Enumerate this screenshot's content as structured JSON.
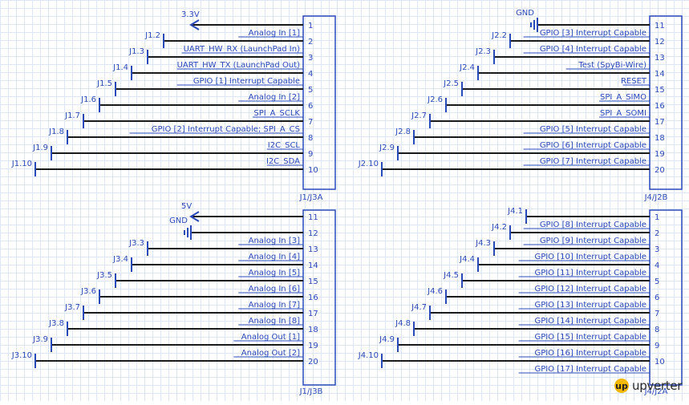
{
  "connectors": [
    {
      "id": "j1j3a",
      "ref_label": "J1/J3A",
      "pins": [
        {
          "num": "1",
          "name": "Analog In [1]",
          "net": "3.3V",
          "type": "power"
        },
        {
          "num": "2",
          "name": "UART_HW_RX (LaunchPad In)",
          "net": "J1.2",
          "type": "port"
        },
        {
          "num": "3",
          "name": "UART_HW_TX (LaunchPad Out)",
          "net": "J1.3",
          "type": "port"
        },
        {
          "num": "4",
          "name": "GPIO [1] Interrupt Capable",
          "net": "J1.4",
          "type": "port"
        },
        {
          "num": "5",
          "name": "Analog In [2]",
          "net": "J1.5",
          "type": "port"
        },
        {
          "num": "6",
          "name": "SPI_A_SCLK",
          "net": "J1.6",
          "type": "port"
        },
        {
          "num": "7",
          "name": "GPIO [2] Interrupt Capable; SPI_A_CS",
          "net": "J1.7",
          "type": "port"
        },
        {
          "num": "8",
          "name": "I2C_SCL",
          "net": "J1.8",
          "type": "port"
        },
        {
          "num": "9",
          "name": "I2C_SDA",
          "net": "J1.9",
          "type": "port"
        },
        {
          "num": "10",
          "name": "",
          "net": "J1.10",
          "type": "port"
        }
      ]
    },
    {
      "id": "j4j2b",
      "ref_label": "J4/J2B",
      "pins": [
        {
          "num": "11",
          "name": "GPIO [3] Interrupt Capable",
          "net": "GND",
          "type": "ground"
        },
        {
          "num": "12",
          "name": "GPIO [4] Interrupt Capable",
          "net": "J2.2",
          "type": "port"
        },
        {
          "num": "13",
          "name": "Test (SpyBi-Wire)",
          "net": "J2.3",
          "type": "port"
        },
        {
          "num": "14",
          "name": "RESET",
          "net": "J2.4",
          "type": "port"
        },
        {
          "num": "15",
          "name": "SPI_A_SIMO",
          "net": "J2.5",
          "type": "port"
        },
        {
          "num": "16",
          "name": "SPI_A_SOMI",
          "net": "J2.6",
          "type": "port"
        },
        {
          "num": "17",
          "name": "GPIO [5] Interrupt Capable",
          "net": "J2.7",
          "type": "port"
        },
        {
          "num": "18",
          "name": "GPIO [6] Interrupt Capable",
          "net": "J2.8",
          "type": "port"
        },
        {
          "num": "19",
          "name": "GPIO [7] Interrupt Capable",
          "net": "J2.9",
          "type": "port"
        },
        {
          "num": "20",
          "name": "",
          "net": "J2.10",
          "type": "port"
        }
      ]
    },
    {
      "id": "j1j3b",
      "ref_label": "J1/J3B",
      "pins": [
        {
          "num": "11",
          "name": "",
          "net": "5V",
          "type": "power"
        },
        {
          "num": "12",
          "name": "Analog In [3]",
          "net": "GND",
          "type": "ground"
        },
        {
          "num": "13",
          "name": "Analog In [4]",
          "net": "J3.3",
          "type": "port"
        },
        {
          "num": "14",
          "name": "Analog In [5]",
          "net": "J3.4",
          "type": "port"
        },
        {
          "num": "15",
          "name": "Analog In [6]",
          "net": "J3.5",
          "type": "port"
        },
        {
          "num": "16",
          "name": "Analog In [7]",
          "net": "J3.6",
          "type": "port"
        },
        {
          "num": "17",
          "name": "Analog In [8]",
          "net": "J3.7",
          "type": "port"
        },
        {
          "num": "18",
          "name": "Analog Out [1]",
          "net": "J3.8",
          "type": "port"
        },
        {
          "num": "19",
          "name": "Analog Out [2]",
          "net": "J3.9",
          "type": "port"
        },
        {
          "num": "20",
          "name": "",
          "net": "J3.10",
          "type": "port"
        }
      ]
    },
    {
      "id": "j4j2a",
      "ref_label": "J4/J2A",
      "pins": [
        {
          "num": "1",
          "name": "GPIO [8] Interrupt Capable",
          "net": "J4.1",
          "type": "port"
        },
        {
          "num": "2",
          "name": "GPIO [9] Interrupt Capable",
          "net": "J4.2",
          "type": "port"
        },
        {
          "num": "3",
          "name": "GPIO [10] Interrupt Capable",
          "net": "J4.3",
          "type": "port"
        },
        {
          "num": "4",
          "name": "GPIO [11] Interrupt Capable",
          "net": "J4.4",
          "type": "port"
        },
        {
          "num": "5",
          "name": "GPIO [12] Interrupt Capable",
          "net": "J4.5",
          "type": "port"
        },
        {
          "num": "6",
          "name": "GPIO [13] Interrupt Capable",
          "net": "J4.6",
          "type": "port"
        },
        {
          "num": "7",
          "name": "GPIO [14] Interrupt Capable",
          "net": "J4.7",
          "type": "port"
        },
        {
          "num": "8",
          "name": "GPIO [15] Interrupt Capable",
          "net": "J4.8",
          "type": "port"
        },
        {
          "num": "9",
          "name": "GPIO [16] Interrupt Capable",
          "net": "J4.9",
          "type": "port"
        },
        {
          "num": "10",
          "name": "GPIO [17] Interrupt Capable",
          "net": "J4.10",
          "type": "port"
        }
      ]
    }
  ],
  "branding": {
    "logo_text": "upverter",
    "logo_mark": "up"
  }
}
